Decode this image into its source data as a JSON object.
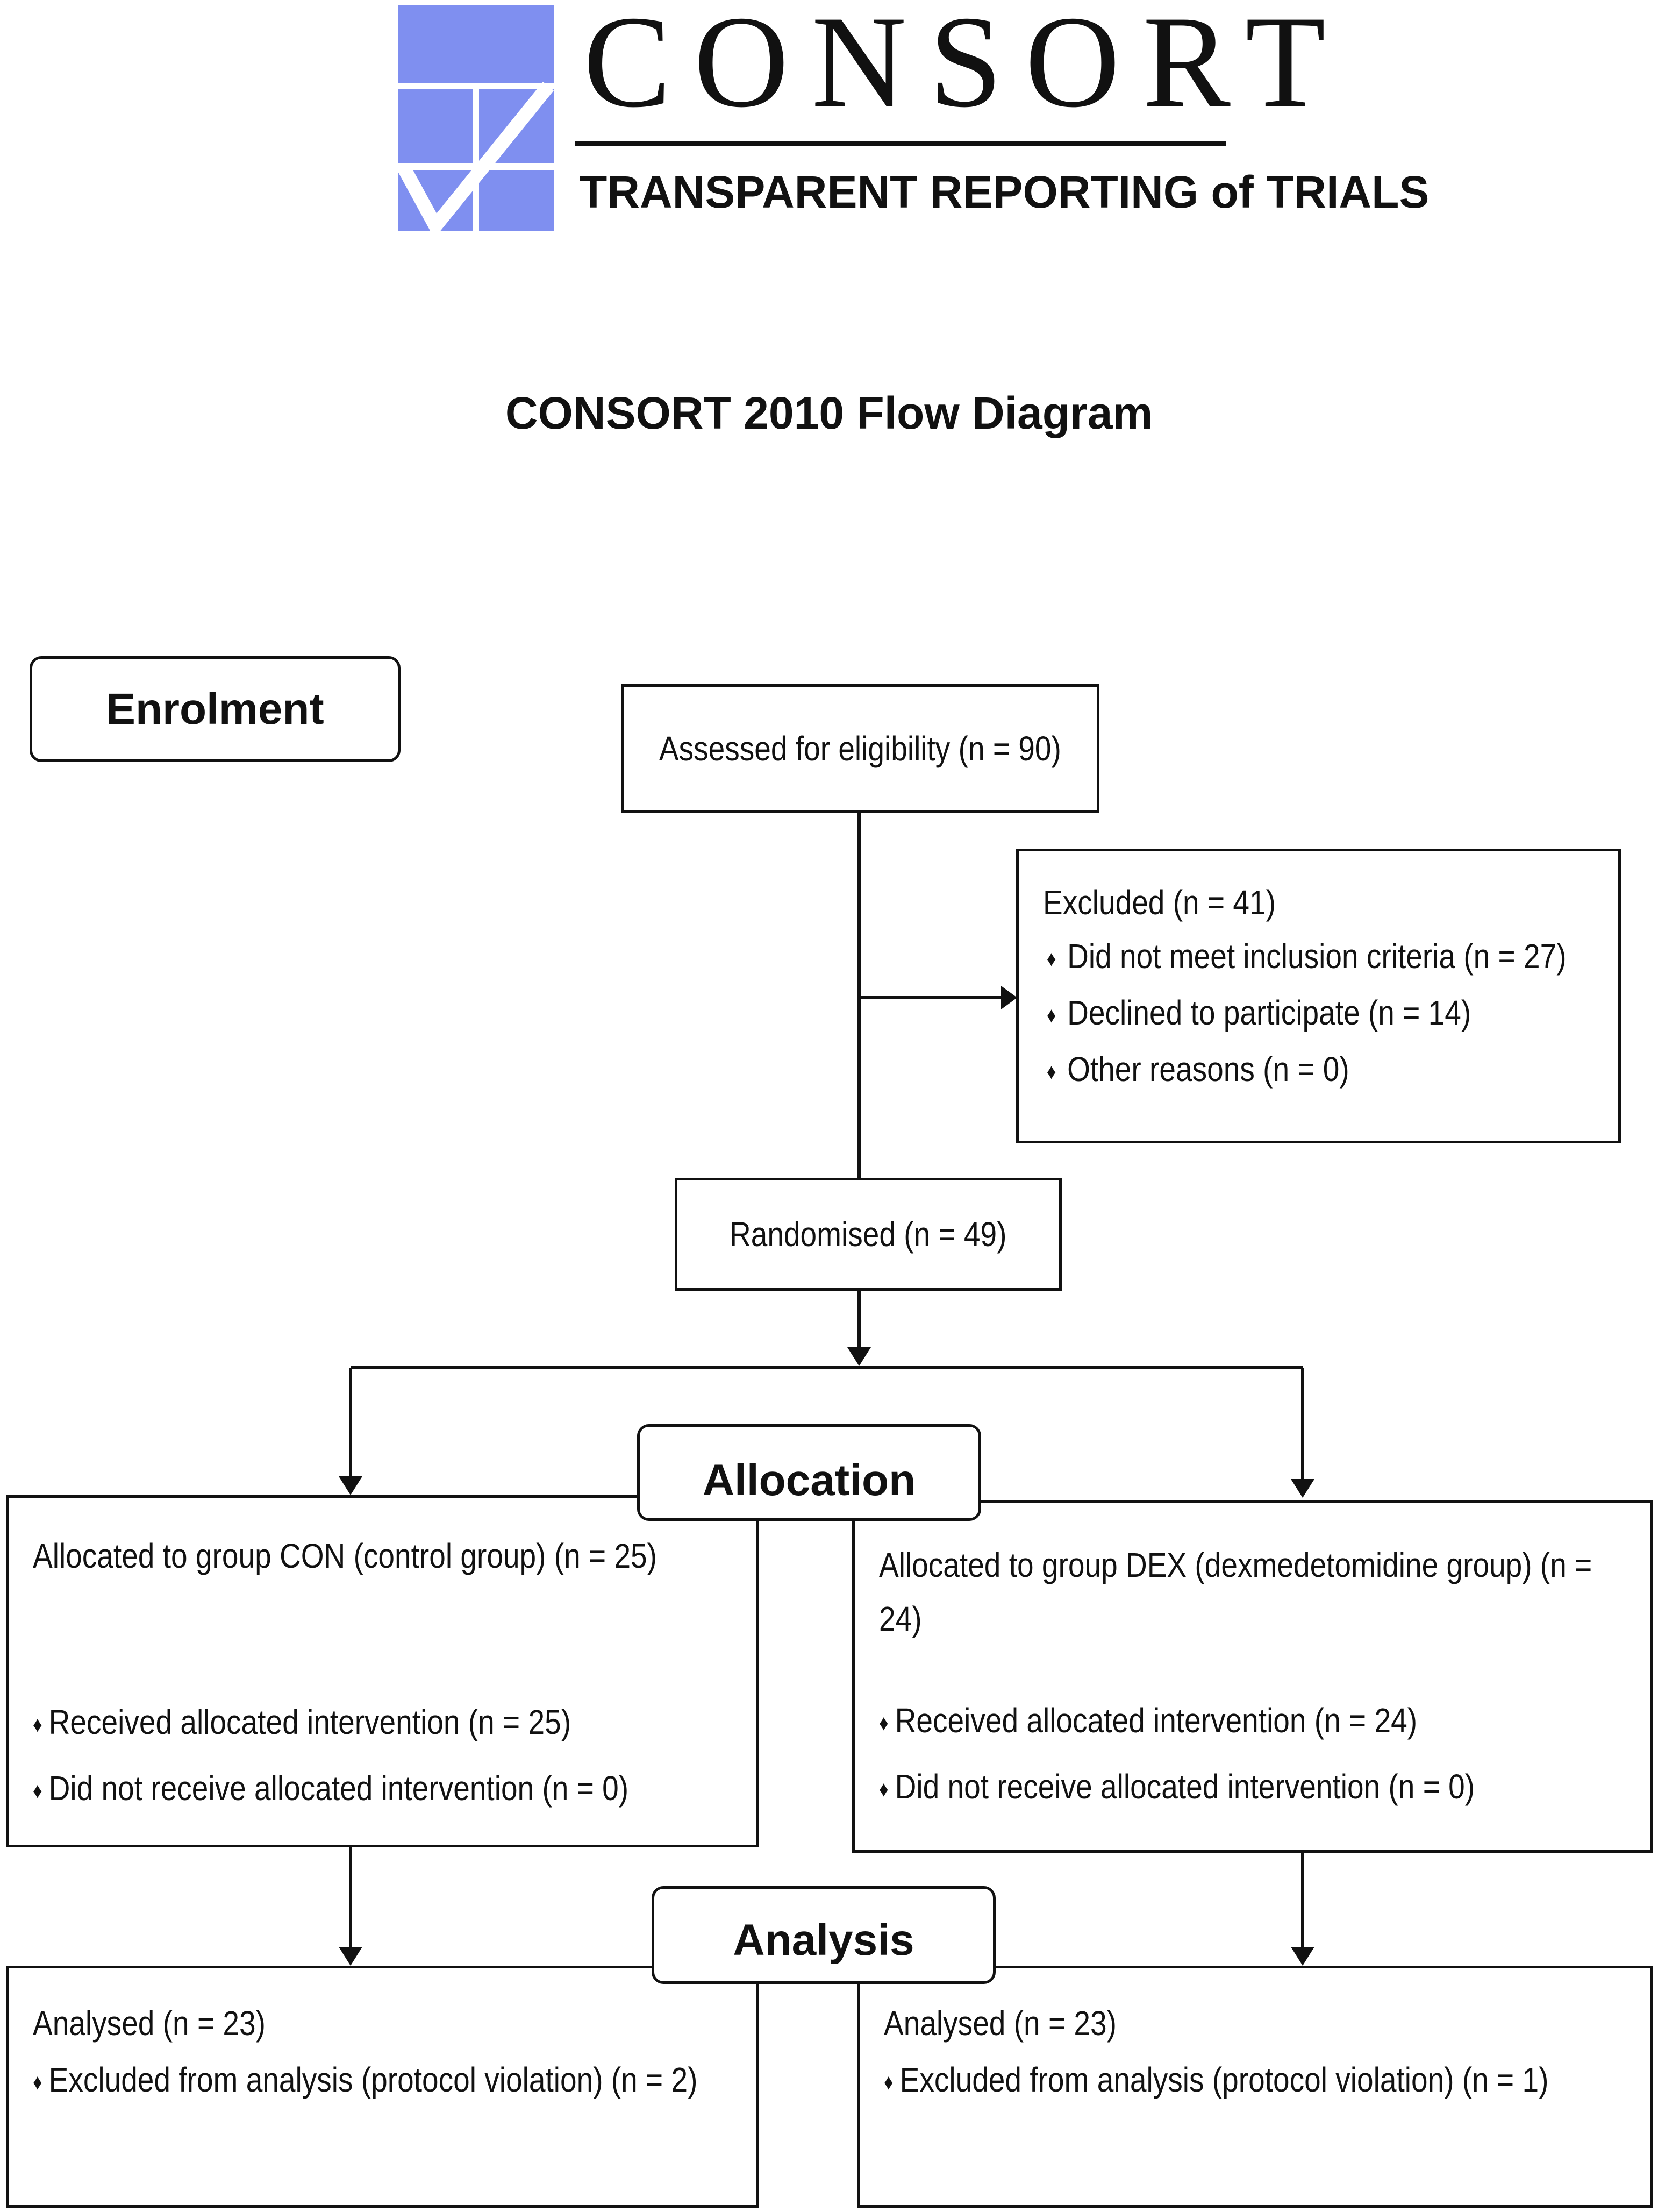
{
  "logo": {
    "wordmark": "CONSORT",
    "tagline": "TRANSPARENT REPORTING of TRIALS",
    "accent_color": "#7f8ff0"
  },
  "title": "CONSORT 2010 Flow Diagram",
  "stages": {
    "enrolment": "Enrolment",
    "allocation": "Allocation",
    "analysis": "Analysis"
  },
  "assessed": "Assessed for eligibility (n = 90)",
  "excluded": {
    "title": "Excluded (n = 41)",
    "items": [
      "Did not meet inclusion criteria (n = 27)",
      "Declined to participate (n = 14)",
      "Other reasons (n = 0)"
    ]
  },
  "randomised": "Randomised (n = 49)",
  "allocation": {
    "con": {
      "title": "Allocated to group CON (control group) (n = 25)",
      "items": [
        "Received allocated intervention (n = 25)",
        "Did not receive allocated intervention (n = 0)"
      ]
    },
    "dex": {
      "title_line1": "Allocated to group DEX (dexmedetomidine group) (n =",
      "title_line2": "24)",
      "items": [
        "Received allocated intervention (n = 24)",
        "Did not receive allocated intervention (n = 0)"
      ]
    }
  },
  "analysis": {
    "con": {
      "title": "Analysed (n = 23)",
      "items": [
        "Excluded from analysis (protocol violation) (n = 2)"
      ]
    },
    "dex": {
      "title": "Analysed (n = 23)",
      "items": [
        "Excluded from analysis (protocol violation) (n = 1)"
      ]
    }
  }
}
